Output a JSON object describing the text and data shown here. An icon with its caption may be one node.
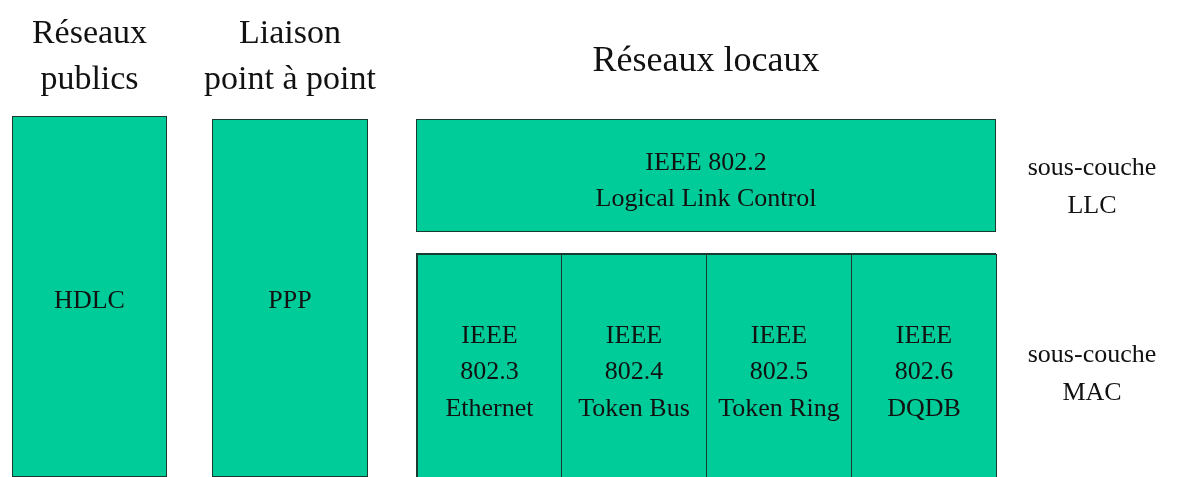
{
  "diagram": {
    "nodes": [
      {
        "text": [
          "Réseaux publics",
          "HDLC"
        ]
      },
      {
        "text": [
          "Liaison point à point",
          "PPP"
        ]
      },
      {
        "text": [
          "IEEE 802.2 Logical Link Control"
        ],
        "beside": [
          "sous-couche LLC"
        ]
      },
      {
        "text": [],
        "shape": "box",
        "beside": [
          "sous-couche MAC"
        ]
      },
      {
        "text": [
          "IEEE 802.3 Ethernet"
        ],
        "in": 3
      },
      {
        "text": [
          "IEEE 802.4 Token Bus"
        ],
        "in": 3
      },
      {
        "text": [
          "IEEE 802.5 Token Ring"
        ],
        "in": 3
      },
      {
        "text": [
          "IEEE 802.6 DQDB"
        ],
        "in": 3
      }
    ],
    "edges": [],
    "labels": [
      "Réseaux locaux"
    ]
  }
}
